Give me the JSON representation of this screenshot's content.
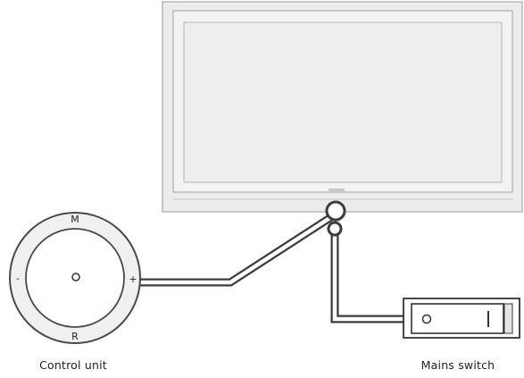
{
  "labels": {
    "control_unit": "Control unit",
    "mains_switch": "Mains switch"
  },
  "control_unit": {
    "top_mark": "M",
    "bottom_mark": "R",
    "left_mark": "-",
    "right_mark": "+"
  },
  "mains_switch": {
    "off_symbol": "O",
    "on_symbol": "I"
  },
  "colors": {
    "outline": "#3c3c3c",
    "tv_frame": "#ebebeb",
    "tv_screen": "#eeeeee",
    "control_ring": "#f0f0f0",
    "background": "#ffffff"
  }
}
